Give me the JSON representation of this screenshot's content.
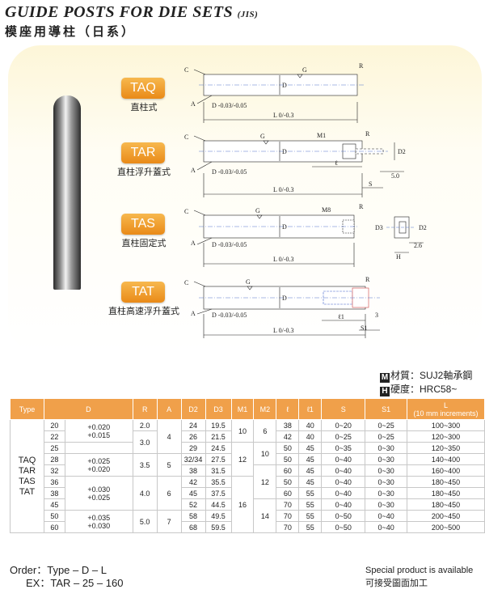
{
  "header": {
    "title": "GUIDE POSTS FOR DIE SETS",
    "title_suffix": "(JIS)",
    "subtitle": "模座用導柱（日系）"
  },
  "types": [
    {
      "code": "TAQ",
      "caption": "直柱式"
    },
    {
      "code": "TAR",
      "caption": "直柱浮升蓋式"
    },
    {
      "code": "TAS",
      "caption": "直柱固定式"
    },
    {
      "code": "TAT",
      "caption": "直柱高速浮升蓋式"
    }
  ],
  "drawing_labels": {
    "c": "C",
    "g": "G",
    "r": "R",
    "d": "D",
    "a": "A",
    "d_tol": "D -0.03/-0.05",
    "l_tol": "L 0/-0.3",
    "m1": "M1",
    "m8": "M8",
    "ell": "ℓ",
    "ell1": "ℓ1",
    "s": "S",
    "s1": "S1",
    "d2": "D2",
    "d3": "D3",
    "h": "H",
    "dim_5": "5.0",
    "dim_2_6": "2.6",
    "dim_3": "3"
  },
  "material": {
    "m_mark": "M",
    "m_label": "材質：SUJ2軸承鋼",
    "h_mark": "H",
    "h_label": "硬度：HRC58~"
  },
  "table": {
    "headers": [
      "Type",
      "D",
      "R",
      "A",
      "D2",
      "D3",
      "M1",
      "M2",
      "ℓ",
      "ℓ1",
      "S",
      "S1",
      "L"
    ],
    "l_note": "(10 mm increments)",
    "type_list": "TAQ\nTAR\nTAS\nTAT",
    "rows": [
      {
        "d": "20",
        "d2": "24",
        "d3": "19.5",
        "l": "38",
        "l1": "40",
        "s": "0~20",
        "s1": "0~25",
        "len": "100~300"
      },
      {
        "d": "22",
        "d2": "26",
        "d3": "21.5",
        "l": "42",
        "l1": "40",
        "s": "0~25",
        "s1": "0~25",
        "len": "120~300"
      },
      {
        "d": "25",
        "d2": "29",
        "d3": "24.5",
        "l": "50",
        "l1": "45",
        "s": "0~35",
        "s1": "0~30",
        "len": "120~350"
      },
      {
        "d": "28",
        "d2": "32/34",
        "d3": "27.5",
        "l": "50",
        "l1": "45",
        "s": "0~40",
        "s1": "0~30",
        "len": "140~400"
      },
      {
        "d": "32",
        "d2": "38",
        "d3": "31.5",
        "l": "60",
        "l1": "45",
        "s": "0~40",
        "s1": "0~30",
        "len": "160~400"
      },
      {
        "d": "36",
        "d2": "42",
        "d3": "35.5",
        "l": "50",
        "l1": "45",
        "s": "0~40",
        "s1": "0~30",
        "len": "180~450"
      },
      {
        "d": "38",
        "d2": "45",
        "d3": "37.5",
        "l": "60",
        "l1": "55",
        "s": "0~40",
        "s1": "0~30",
        "len": "180~450"
      },
      {
        "d": "45",
        "d2": "52",
        "d3": "44.5",
        "l": "70",
        "l1": "55",
        "s": "0~40",
        "s1": "0~30",
        "len": "180~450"
      },
      {
        "d": "50",
        "d2": "58",
        "d3": "49.5",
        "l": "70",
        "l1": "55",
        "s": "0~50",
        "s1": "0~40",
        "len": "200~450"
      },
      {
        "d": "60",
        "d2": "68",
        "d3": "59.5",
        "l": "70",
        "l1": "55",
        "s": "0~50",
        "s1": "0~40",
        "len": "200~500"
      }
    ],
    "tol_groups": [
      "+0.020\n+0.015",
      "+0.025\n+0.020",
      "+0.030\n+0.025",
      "+0.035\n+0.030"
    ],
    "r_groups": [
      "2.0",
      "3.0",
      "3.5",
      "4.0",
      "5.0"
    ],
    "a_groups": [
      "4",
      "5",
      "6",
      "7"
    ],
    "m1_groups": [
      "10",
      "12",
      "16"
    ],
    "m2_groups": [
      "6",
      "10",
      "12",
      "14"
    ]
  },
  "footer": {
    "order_label": "Order：Type – D – L",
    "example_label": "EX：TAR – 25 – 160",
    "special_en": "Special product is available",
    "special_zh": "可接受圖面加工"
  }
}
